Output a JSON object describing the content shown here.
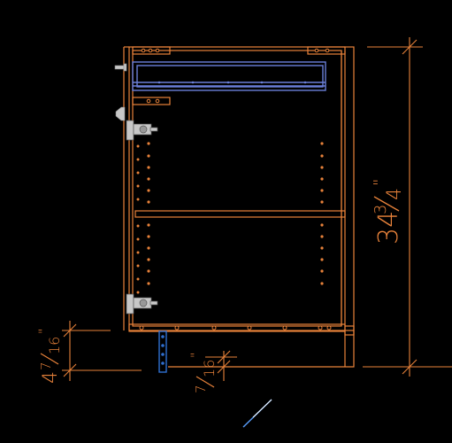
{
  "drawing": {
    "view": "cabinet side elevation",
    "colors": {
      "background": "#000000",
      "carcass": "#e8823a",
      "drawer": "#6a7fd8",
      "hardware": "#c8c8c8",
      "leg": "#2f6fd0",
      "pin_holes": "#e8823a",
      "cursor": "#5aa0ff"
    },
    "dimensions": {
      "overall_height": "34¾\"",
      "toe_kick_height": "4⁷⁄₁₆\"",
      "bottom_offset": "⁷⁄₁₆\""
    },
    "dimension_parts": {
      "overall_height": {
        "whole": "34",
        "num": "3",
        "den": "4",
        "unit": "\""
      },
      "toe_kick_height": {
        "whole": "4",
        "num": "7",
        "den": "16",
        "unit": "\""
      },
      "bottom_offset": {
        "whole": "",
        "num": "7",
        "den": "16",
        "unit": "\""
      }
    },
    "icons": [
      "hinge-icon",
      "screw-icon",
      "leveling-leg-icon",
      "cursor-icon"
    ]
  }
}
